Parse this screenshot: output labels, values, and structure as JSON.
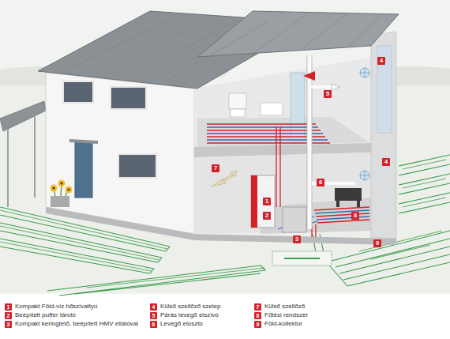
{
  "diagram": {
    "labels": [
      "4",
      "5",
      "4",
      "7",
      "1",
      "2",
      "6",
      "8",
      "3",
      "9",
      "1",
      "2",
      "3",
      "4",
      "5",
      "6",
      "7",
      "8",
      "9"
    ],
    "legend": [
      {
        "text": "Kompakt Föld-víz hőszivattyú",
        "color": "#d3222a"
      },
      {
        "text": "Beépített puffer tároló",
        "color": "#d3222a"
      },
      {
        "text": "Kompakt keringtető, beépített HMV ellátóval",
        "color": "#d3222a"
      },
      {
        "text": "Külső szellőző szelep",
        "color": "#d3222a"
      },
      {
        "text": "Párás levegő elszívó",
        "color": "#d3222a"
      },
      {
        "text": "Levegő elosztó",
        "color": "#d3222a"
      },
      {
        "text": "Külső szellőző",
        "color": "#d3222a"
      },
      {
        "text": "Fűtési rendszer",
        "color": "#d3222a"
      },
      {
        "text": "Föld-kollektor",
        "color": "#d3222a"
      }
    ]
  }
}
